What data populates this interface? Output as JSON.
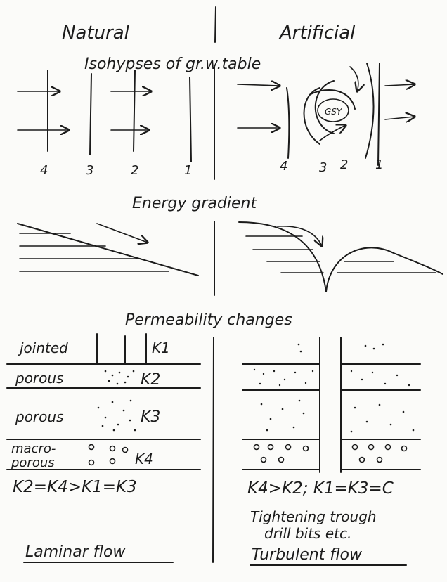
{
  "headings": {
    "natural": "Natural",
    "artificial": "Artificial",
    "isohypses": "Isohypses of gr.w.table",
    "energy": "Energy gradient",
    "permeability": "Permeability changes"
  },
  "isohypse_labels_natural": [
    "4",
    "3",
    "2",
    "1"
  ],
  "isohypse_labels_artificial": [
    "4",
    "3",
    "2",
    "1"
  ],
  "well_label": "GSY",
  "layers": {
    "jointed": "jointed",
    "k1": "K1",
    "porous_a": "porous",
    "k2": "K2",
    "porous_b": "porous",
    "k3": "K3",
    "macro_1": "macro-",
    "macro_2": "porous",
    "k4": "K4"
  },
  "relations": {
    "natural": "K2=K4>K1=K3",
    "artificial": "K4>K2; K1=K3=C"
  },
  "notes": {
    "tightening_1": "Tightening trough",
    "tightening_2": "drill bits etc."
  },
  "footers": {
    "laminar": "Laminar flow",
    "turbulent": "Turbulent flow"
  }
}
